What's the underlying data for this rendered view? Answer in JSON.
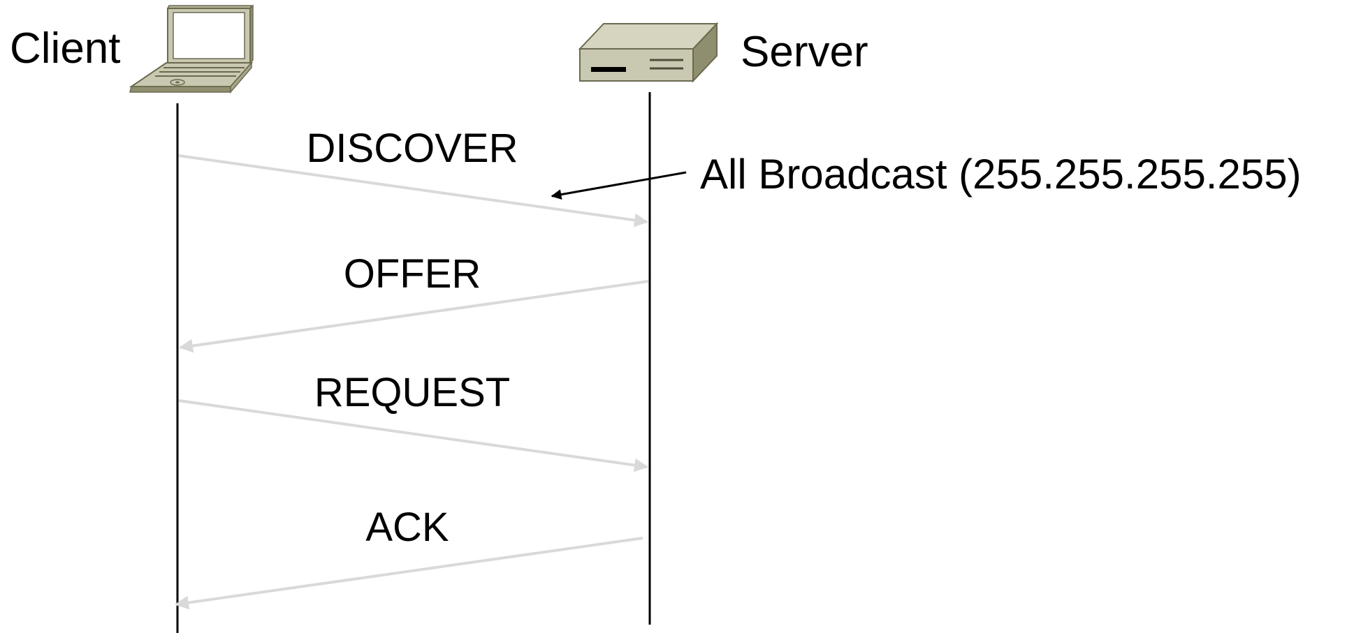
{
  "participants": {
    "client": {
      "label": "Client",
      "icon": "laptop-icon"
    },
    "server": {
      "label": "Server",
      "icon": "server-icon"
    }
  },
  "messages": [
    {
      "label": "DISCOVER",
      "from": "client",
      "to": "server"
    },
    {
      "label": "OFFER",
      "from": "server",
      "to": "client"
    },
    {
      "label": "REQUEST",
      "from": "client",
      "to": "server"
    },
    {
      "label": "ACK",
      "from": "server",
      "to": "client"
    }
  ],
  "note": {
    "text": "All Broadcast (255.255.255.255)",
    "points_to": "DISCOVER"
  },
  "colors": {
    "lifeline": "#000000",
    "message_arrow": "#d9d9d9",
    "note_arrow": "#000000",
    "device_face": "#c9c8b0",
    "device_side": "#8f8e6e",
    "device_outline": "#6b6a50",
    "background": "#ffffff"
  }
}
